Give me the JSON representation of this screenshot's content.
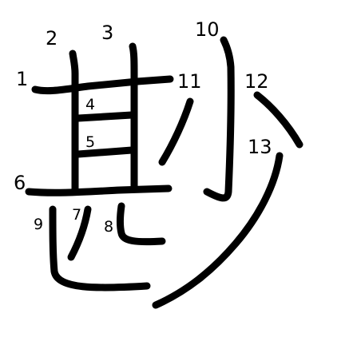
{
  "stroke_numbers": [
    "1",
    "2",
    "3",
    "4",
    "5",
    "6",
    "7",
    "8",
    "9",
    "10",
    "11",
    "12",
    "13"
  ],
  "colors": {
    "stroke": "#000000",
    "background": "#ffffff"
  }
}
